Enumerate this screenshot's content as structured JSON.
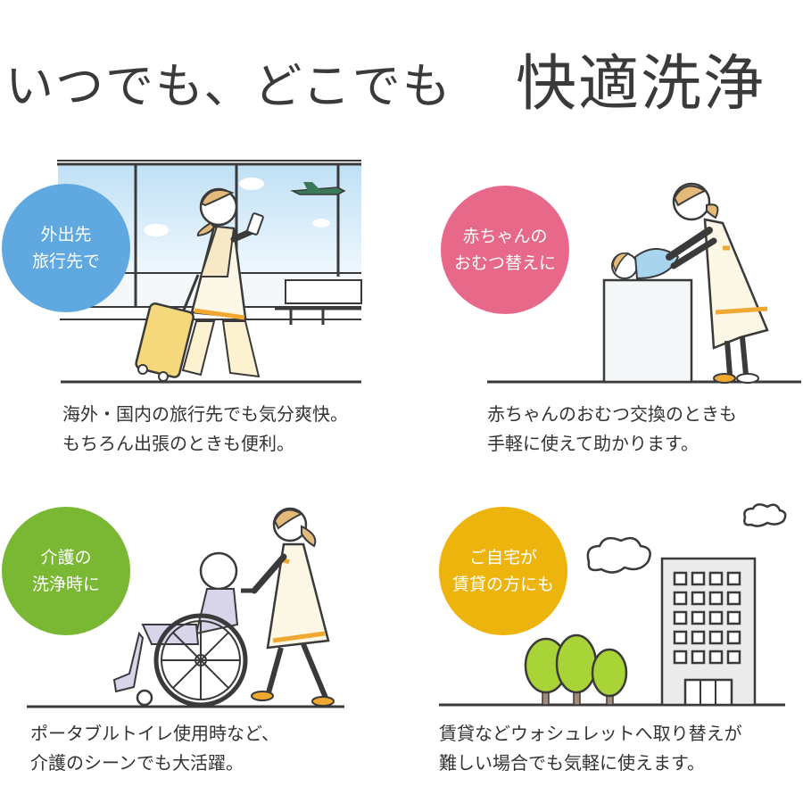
{
  "headline": {
    "sub": "いつでも、どこでも",
    "main": "快適洗浄"
  },
  "colors": {
    "travel": "#5fa8e0",
    "baby": "#e8688a",
    "care": "#7ab833",
    "rental": "#edb40d",
    "accent_orange": "#f0a830",
    "line": "#3a3a3a"
  },
  "panels": [
    {
      "id": "travel",
      "badge": {
        "line1": "外出先",
        "line2": "旅行先で"
      },
      "caption": {
        "line1": "海外・国内の旅行先でも気分爽快。",
        "line2": "もちろん出張のときも便利。"
      },
      "illustration": "woman-with-suitcase-airport-icon"
    },
    {
      "id": "baby",
      "badge": {
        "line1": "赤ちゃんの",
        "line2": "おむつ替えに"
      },
      "caption": {
        "line1": "赤ちゃんのおむつ交換のときも",
        "line2": "手軽に使えて助かります。"
      },
      "illustration": "diaper-change-icon"
    },
    {
      "id": "care",
      "badge": {
        "line1": "介護の",
        "line2": "洗浄時に"
      },
      "caption": {
        "line1": "ポータブルトイレ使用時など、",
        "line2": "介護のシーンでも大活躍。"
      },
      "illustration": "wheelchair-caregiver-icon"
    },
    {
      "id": "rental",
      "badge": {
        "line1": "ご自宅が",
        "line2": "賃貸の方にも"
      },
      "caption": {
        "line1": "賃貸などウォシュレットへ取り替えが",
        "line2": "難しい場合でも気軽に使えます。"
      },
      "illustration": "apartment-building-icon"
    }
  ]
}
